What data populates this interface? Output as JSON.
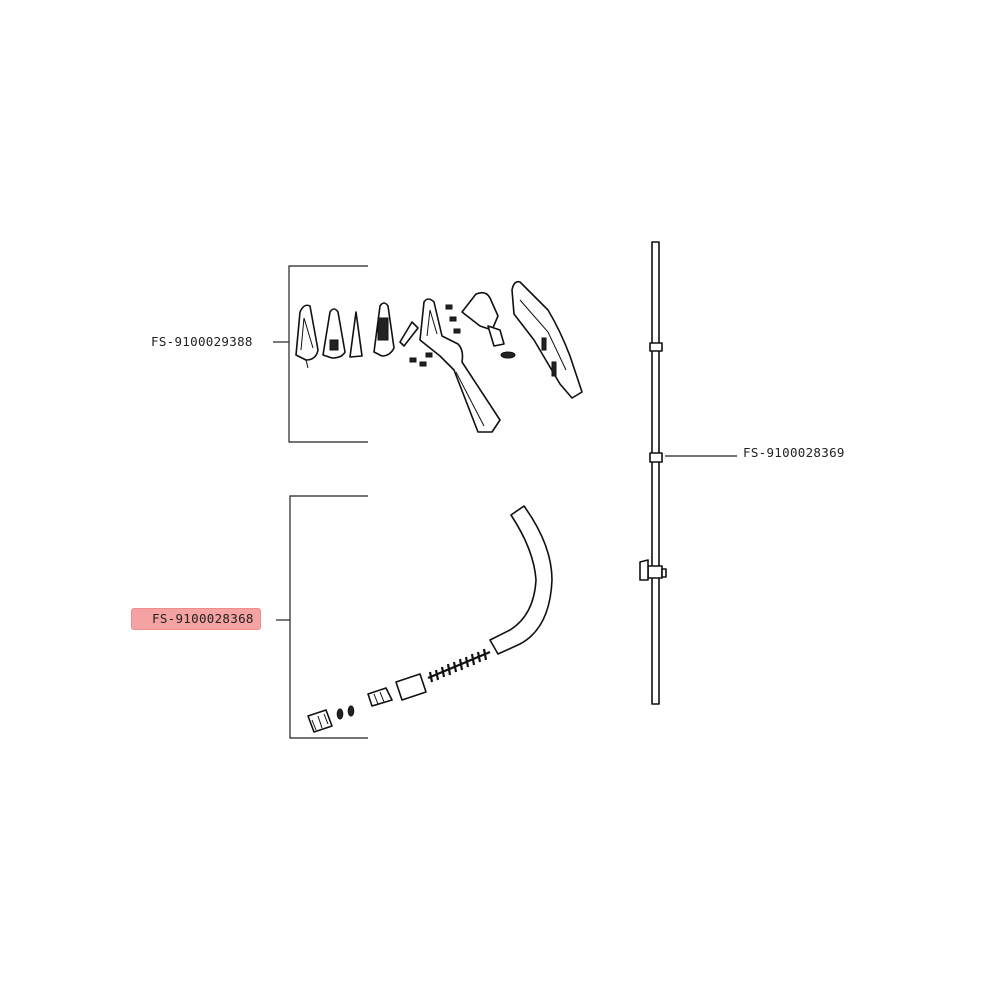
{
  "callouts": [
    {
      "id": "handle-group",
      "label": "FS-9100029388",
      "highlighted": false
    },
    {
      "id": "tube-group",
      "label": "FS-9100028369",
      "highlighted": false
    },
    {
      "id": "hose-group",
      "label": "FS-9100028368",
      "highlighted": true
    }
  ],
  "colors": {
    "highlight": "#f4a2a2",
    "ink": "#222222"
  }
}
